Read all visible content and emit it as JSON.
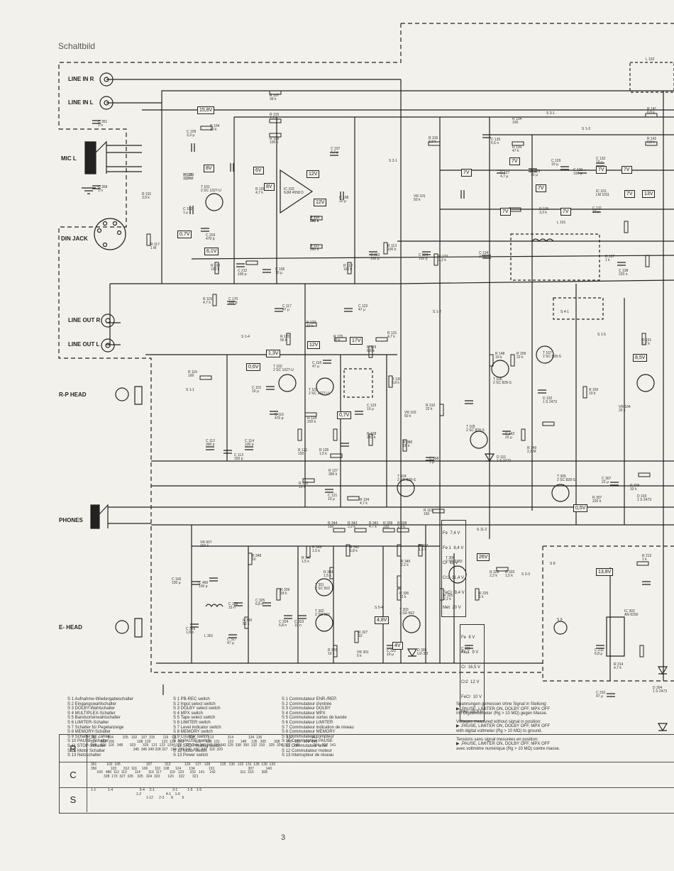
{
  "page_title": "Schaltbild",
  "page_number": "3",
  "connectors": {
    "line_in_r": "LINE IN R",
    "line_in_l": "LINE IN L",
    "mic_l": "MIC L",
    "din_jack": "DIN JACK",
    "line_out_r": "LINE OUT R",
    "line_out_l": "LINE OUT L",
    "rp_head": "R-P HEAD",
    "phones": "PHONES",
    "e_head": "E- HEAD"
  },
  "voltages": [
    "15,8V",
    "8V",
    "6V",
    "12V",
    "8V",
    "12V",
    "0,7V",
    "6,1V",
    "7V",
    "7V",
    "7V",
    "7V",
    "7V",
    "7V",
    "7V",
    "7V",
    "13V",
    "8,5V",
    "1,3V",
    "12V",
    "17V",
    "0,6V",
    "0,7V",
    "0,5V",
    "26V",
    "13,8V",
    "4,8V",
    "4V"
  ],
  "component_labels": [
    "R 107\n39 k",
    "R 315\n2,2 k",
    "R 108\n100 k",
    "R 104\n10 k",
    "C 107\n4,7 μ",
    "IC 102\nNJM 4558 D",
    "C 108\n10 μ",
    "R 110\n560 k",
    "R 111\n560 k",
    "T 101\n2 SC 1327-U",
    "C 102\n1 μ",
    "C 203\n470 p",
    "R 106\n100 k",
    "R 103\n2,2 M",
    "R 101\n3,9 k",
    "R 117\n1 M",
    "C 170\n100 p",
    "R 115\n4,7 k",
    "C 212\n100 p",
    "C 106\n10 μ",
    "R 112\n100 k",
    "C 313\n100 μ",
    "R 113\n100 k",
    "C 117\n47 μ",
    "C 122\n47 μ",
    "R 123\n10 k",
    "R 120\n56 k",
    "R 125\n10 k",
    "R 131\n4,7 k",
    "R 129\n6,8 k",
    "T 102\n2 SC 1327-U",
    "T 103\n2 SC 1327-U",
    "C 118\n47 μ",
    "C 115\n10 μ",
    "R 116\n100",
    "C 116\n470 p",
    "C 112\n390 p",
    "C 113\n150 p",
    "C 114\n100 p",
    "R 121\n150",
    "R 126\n1,5 k",
    "R 124\n220 k",
    "R 127\n390 k",
    "R 122\n12 k",
    "C 121\n10 μ",
    "R 194\n4,7 k",
    "R 119\n150",
    "C 123\n10 μ",
    "R 128\n220 k",
    "VR 102\n50 k",
    "R 310\n22 k",
    "R 130\n6,8 k",
    "R 380\n56 k",
    "C 368\n1 μ",
    "T 104\n2 SC 828-S",
    "T 105\n2 SC 828-S",
    "T 106\n2 SC 828-S",
    "T 107\n2 SC 828-S",
    "D 101\n1 S 2473",
    "D 102\n1 S 2473",
    "R 148\n10 k",
    "R 209\n22 k",
    "C 142\n22 μ",
    "R 149\n2,2 M",
    "R 150\n10 k",
    "VR 104\n20 k",
    "T 305\n2 SC 828-S",
    "R 307\n220 k",
    "C 307\n22 μ",
    "R 309\n33 k",
    "D 103\n1 S 2473",
    "IC 101\nLM 1011",
    "L 101",
    "C 124\n100 p",
    "R 133\n2,2 k",
    "C 134\n27 n",
    "R 137\n1 k",
    "C 138\n220 n",
    "C 135\n5,6 n",
    "C 127\n4,7 μ",
    "C 125\n10 μ",
    "R 136\n3,3 k",
    "C 131\n10 μ",
    "C 132\n10 μ",
    "C 130\n100 p",
    "C 129\n10 μ",
    "R 316\n2,2 k",
    "VR 101\n50 k",
    "R 134\n100",
    "R 135\n47 k",
    "R 141\n6,8 k",
    "R 142\n6,8 k",
    "R 151\n1,2 k",
    "R 344\n150",
    "R 343\n2,2 k",
    "R 341\n4,7 k",
    "R 339\n220",
    "R 338\n1,8 k",
    "R 346\n1,5 k",
    "R 342\n6,8 k",
    "R 340\n2,2 k",
    "R 337\n1,5 k",
    "R 347\n1,5 k",
    "R 349\n1,5 k",
    "R 336\n12 k",
    "T 306\n2 SD 1383",
    "T 301\n2 SC 562",
    "T 302\n2 SD 562",
    "T 303\n2 SD 562",
    "R 329\n18 k",
    "R 326\n10 k",
    "R 327\n10",
    "VR 301\n5 k",
    "C 322\n10 μ",
    "D 305\nUZ-3,3",
    "R 328\n2,2 k",
    "R 325\n2,2 k",
    "R 333\n1,5 k",
    "R 225\n1 k",
    "R 348\n10",
    "C 326\n15 n",
    "C 325\n6,8 n",
    "R 330\n56 k",
    "C 324\n6,8 n",
    "C 323\n10 n",
    "C 160\n100 μ",
    "C 460\n100 p",
    "C 328\n1,8 n",
    "C 327\n47 μ",
    "L 301",
    "VR 607\n150 k",
    "C 321\n47 μ",
    "IC 302\nAN 6250",
    "R 212\n1 k",
    "C 211\n6,8 μ",
    "R 214\n4,7 k",
    "C 310\n47 μ",
    "D 304\n1 S 2473",
    "L 102",
    "C 351\n1 n",
    "C 358\n1 n",
    "C 109\n3,3 μ",
    "R 105\n2,2 k",
    "R 109\n4,7 k",
    "R 110\n560 k"
  ],
  "mode_voltages_1": [
    "Fe  7,4 V",
    "Fe 1  8,4 V",
    "Cr  11 V",
    "Cr2  11,4 V",
    "FeCr  9,4 V",
    "Met  20 V"
  ],
  "mode_voltages_2": [
    "Fe  8 V",
    "Fe 1  9 V",
    "Cr  16,5 V",
    "Cr2  12 V",
    "FeCr  10 V",
    "Met  20,8 V"
  ],
  "switches": [
    "S 1-1",
    "S 2-1",
    "S 1-2",
    "S 1-3",
    "S 1-4",
    "S 1-5",
    "S 4-1",
    "S 3-1",
    "S 3-3",
    "S 5-4",
    "S 11-2",
    "S 8",
    "S 9"
  ],
  "legend_de": [
    "S 1  Aufnahme-Wiedergabeschalter",
    "S 2  Eingangswahlschalter",
    "S 3  DOLBY-Wahlschalter",
    "S 4  MULTIPLEX-Schalter",
    "S 5  Bandsortenwahlschalter",
    "S 6  LIMITER-Schalter",
    "S 7  Schalter für Pegelanzeige",
    "S 8  MEMORY-Schalter",
    "S 9  Schalter für Zähler",
    "S 10  PAUSE-Schalter",
    "S 11  STOP-Schalter",
    "S 12  Motor Schalter",
    "S 13  Netzschalter"
  ],
  "legend_en": [
    "S 1  PB-REC switch",
    "S 2  Input select switch",
    "S 3  DOLBY select switch",
    "S 4  MPX switch",
    "S 5  Tape select switch",
    "S 6  LIMITER switch",
    "S 7  Level indicator switch",
    "S 8  MEMORY switch",
    "S 9  Counter switch",
    "S 10  PAUSE switch",
    "S 11  STOP muting switch",
    "S 12  Motor switch",
    "S 13  Power switch"
  ],
  "legend_fr": [
    "S 1  Commutateur ENR./REP.",
    "S 2  Commutateur d'entrée",
    "S 3  Commutateur DOLBY",
    "S 4  Commutateur MPX",
    "S 5  Commutateur sortes de bande",
    "S 6  Commutateur LIMITER",
    "S 7  Commutateur indication de niveau",
    "S 8  Commutateur MEMORY",
    "S 9  Commutateur compteur",
    "S 10  Commutateur PAUSE",
    "S 11  Commutateur arrêt",
    "S 12  Commutateur moteur",
    "S 13  Interrupteur de réseau"
  ],
  "notes": [
    "Spannungen gemessen ohne Signal in Stellung:",
    "▶ ,PAUSE, LIMITER ON, DOLBY OFF, MPX OFF",
    "mit Digitalvoltmeter (Rg > 10 MΩ) gegen Masse.",
    "Voltages measured without signal in position:",
    "▶ ,PAUSE, LIMITER ON, DOLBY OFF, MPX OFF",
    "with digital voltmeter (Rg > 10 MΩ) to ground.",
    "Tensions sans signal mesurées en position:",
    "▶ ,PAUSE, LIMITER ON, DOLBY OFF, MPX OFF",
    "avec voltmètre numérique (Rg > 10 MΩ) contre masse."
  ],
  "table": {
    "rows": [
      {
        "label": "R",
        "cells": "161           104         105   102    107  315        116   111            113              113              314               134  136                         137                   142\n117    102  106                       108  129           123  125   109           121     128  131        122       148     135   305        308       207  150   209  140\n348    115  116   348       323       329   121  122  124   126   127  344 343 342 130 341 129  338  350  132  310    325  324  322   149              314   212  141\n                                           345  346 349 328 327   194  339 340  336  337  118  329"
      },
      {
        "label": "C",
        "cells": "351          102  105                          107             312              126     127   128          125   130   122  131  135  139  133\n350              103       312  116     106       110   108      124        134              131                                  307            143\n      160   480  112  113        114        116  117        119   123      102   141     142                         311  310        308\n             328  170  327  326    325   324  323        120     322        321"
      },
      {
        "label": "S",
        "cells": "1-1            1-4                           5-4     2-1                  3-1          1-5    1-5\n                                              1-2                         4-1    1-6\n                                                        1-12      2-3       8         9"
      }
    ]
  }
}
